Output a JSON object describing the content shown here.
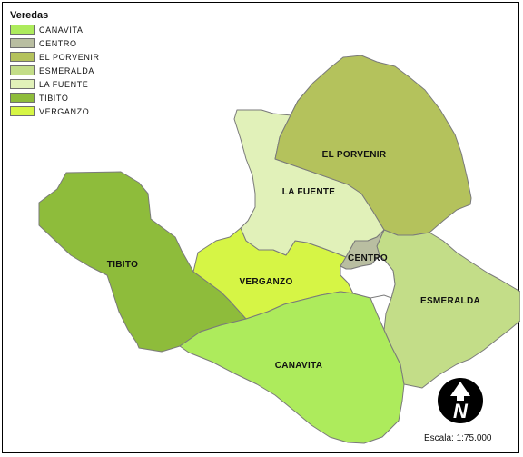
{
  "legend": {
    "title": "Veredas",
    "items": [
      {
        "label": "CANAVITA",
        "color": "#adeb5c"
      },
      {
        "label": "CENTRO",
        "color": "#b9bea1"
      },
      {
        "label": "EL PORVENIR",
        "color": "#b4c25c"
      },
      {
        "label": "ESMERALDA",
        "color": "#c3dd88"
      },
      {
        "label": "LA FUENTE",
        "color": "#e1f1b9"
      },
      {
        "label": "TIBITO",
        "color": "#8ebc3b"
      },
      {
        "label": "VERGANZO",
        "color": "#d6f545"
      }
    ]
  },
  "regions": {
    "canavita": {
      "label": "CANAVITA",
      "color": "#adeb5c"
    },
    "centro": {
      "label": "CENTRO",
      "color": "#b9bea1"
    },
    "el_porvenir": {
      "label": "EL PORVENIR",
      "color": "#b4c25c"
    },
    "esmeralda": {
      "label": "ESMERALDA",
      "color": "#c3dd88"
    },
    "la_fuente": {
      "label": "LA FUENTE",
      "color": "#e1f1b9"
    },
    "tibito": {
      "label": "TIBITO",
      "color": "#8ebc3b"
    },
    "verganzo": {
      "label": "VERGANZO",
      "color": "#d6f545"
    }
  },
  "north_arrow": {
    "icon": "north-arrow-icon",
    "letter": "N"
  },
  "scale": {
    "text": "Escala: 1:75.000"
  }
}
